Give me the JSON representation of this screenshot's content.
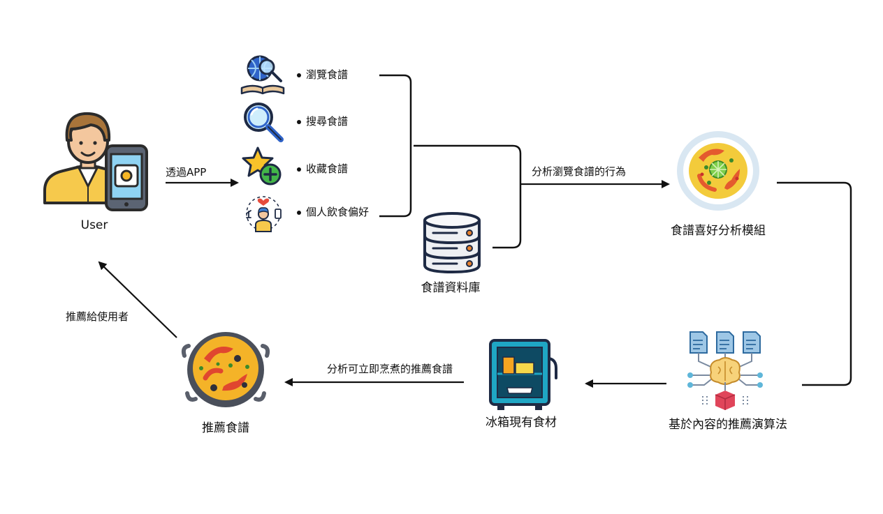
{
  "colors": {
    "line": "#111111",
    "text": "#111111"
  },
  "user": {
    "label": "User"
  },
  "arrows": {
    "via_app": "透過APP",
    "analyze_browse": "分析瀏覽食譜的行為",
    "analyze_cookable": "分析可立即烹煮的推薦食譜",
    "recommend_user": "推薦給使用者"
  },
  "activities": [
    {
      "label": "瀏覽食譜",
      "icon": "globe-search-book-icon"
    },
    {
      "label": "搜尋食譜",
      "icon": "magnifier-icon"
    },
    {
      "label": "收藏食譜",
      "icon": "star-plus-icon"
    },
    {
      "label": "個人飲食偏好",
      "icon": "person-preference-icon"
    }
  ],
  "nodes": {
    "database": "食譜資料庫",
    "preference_model": "食譜喜好分析模組",
    "algorithm": "基於內容的推薦演算法",
    "fridge": "冰箱現有食材",
    "recommended": "推薦食譜"
  }
}
